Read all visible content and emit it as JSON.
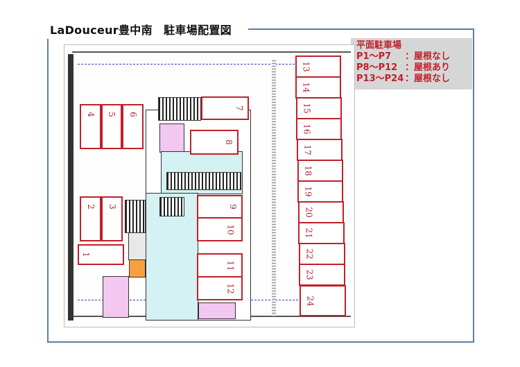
{
  "title": "LaDouceur豊中南　駐車場配置図",
  "legend": {
    "heading": "平面駐車場",
    "rows": [
      {
        "range": "P1～P7",
        "desc": "：屋根なし"
      },
      {
        "range": "P8～P12",
        "desc": "：屋根あり"
      },
      {
        "range": "P13～P24",
        "desc": "：屋根なし"
      }
    ]
  },
  "spaces": [
    "1",
    "2",
    "3",
    "4",
    "5",
    "6",
    "7",
    "8",
    "9",
    "10",
    "11",
    "12",
    "13",
    "14",
    "15",
    "16",
    "17",
    "18",
    "19",
    "20",
    "21",
    "22",
    "23",
    "24"
  ],
  "colors": {
    "space_border": "#c0202a",
    "frame": "#5a7fa8",
    "legend_bg": "#d6d6d6",
    "legend_text": "#c0202a"
  }
}
